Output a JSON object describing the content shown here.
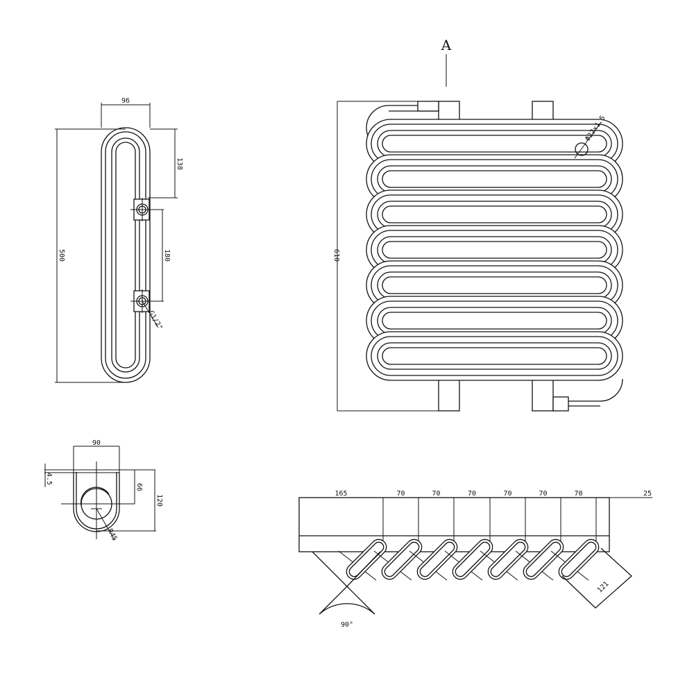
{
  "side_view": {
    "width": "96",
    "top_to_inlet": "138",
    "height": "500",
    "inlet_spacing": "180",
    "thread": "G1/2\""
  },
  "section_view": {
    "width": "90",
    "wall": "4.5",
    "center_depth": "66",
    "depth": "120",
    "radius": "R45"
  },
  "front_view": {
    "view_label": "A",
    "height": "610",
    "tube": "Φ22x1.5"
  },
  "top_view": {
    "offsets": [
      "165",
      "70",
      "70",
      "70",
      "70",
      "70",
      "70",
      "25"
    ],
    "angle": "90°",
    "tube_depth": "121"
  }
}
